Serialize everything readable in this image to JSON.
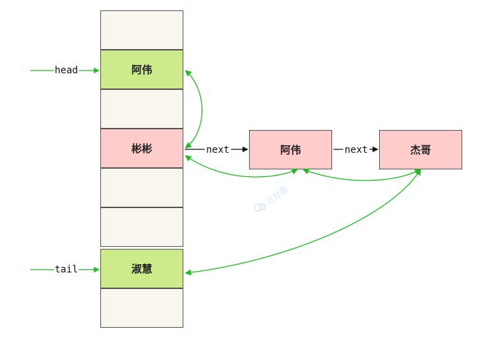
{
  "colors": {
    "empty_cell": "#f8f6ee",
    "pointer_cell": "#cdeb8b",
    "bucket_cell": "#ffcccc",
    "arrow_green": "#22bb22",
    "arrow_black": "#111111"
  },
  "pointers": {
    "head": "head",
    "tail": "tail"
  },
  "table": {
    "cells": [
      {
        "label": "",
        "kind": "empty"
      },
      {
        "label": "阿伟",
        "kind": "pointer"
      },
      {
        "label": "",
        "kind": "empty"
      },
      {
        "label": "彬彬",
        "kind": "bucket"
      },
      {
        "label": "",
        "kind": "empty"
      },
      {
        "label": "",
        "kind": "empty"
      },
      {
        "label": "淑慧",
        "kind": "pointer"
      },
      {
        "label": "",
        "kind": "empty"
      }
    ]
  },
  "chain": {
    "next_label_1": "next",
    "next_label_2": "next",
    "nodes": [
      {
        "label": "阿伟"
      },
      {
        "label": "杰哥"
      }
    ]
  },
  "watermark": {
    "text": "三分恶",
    "icon": "wechat-icon"
  }
}
